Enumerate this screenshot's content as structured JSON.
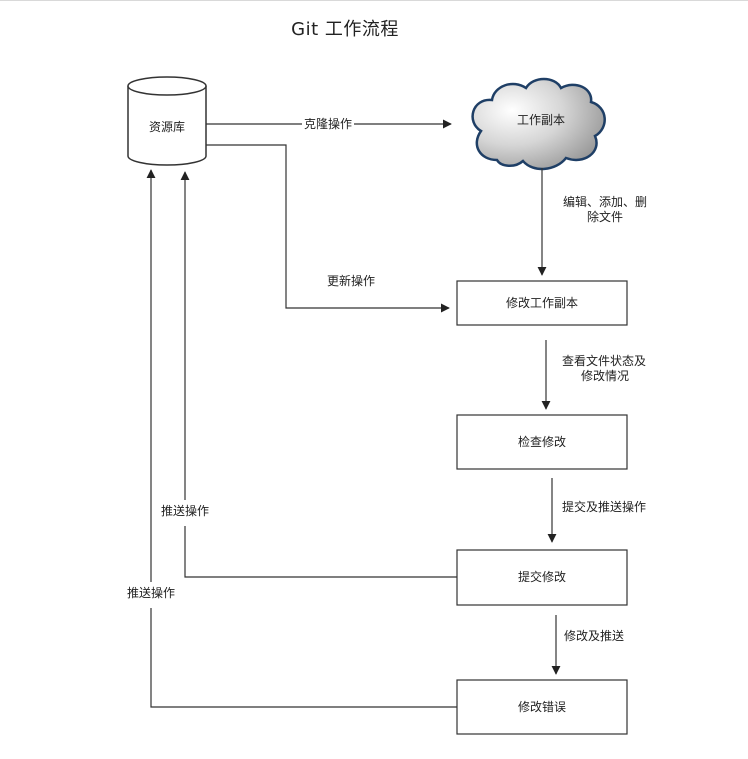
{
  "title": "Git 工作流程",
  "nodes": {
    "repository": "资源库",
    "working_copy": "工作副本",
    "modify_working_copy": "修改工作副本",
    "check_changes": "检查修改",
    "commit_changes": "提交修改",
    "fix_errors": "修改错误"
  },
  "edges": {
    "clone": "克隆操作",
    "update": "更新操作",
    "edit_line1": "编辑、添加、删",
    "edit_line2": "除文件",
    "status_line1": "查看文件状态及",
    "status_line2": "修改情况",
    "commit_push": "提交及推送操作",
    "modify_push": "修改及推送",
    "push_inner": "推送操作",
    "push_outer": "推送操作"
  },
  "colors": {
    "cloud_stroke": "#1f3f66",
    "cloud_fill_light": "#ffffff",
    "cloud_fill_dark": "#8a8a8a",
    "line": "#333333"
  }
}
